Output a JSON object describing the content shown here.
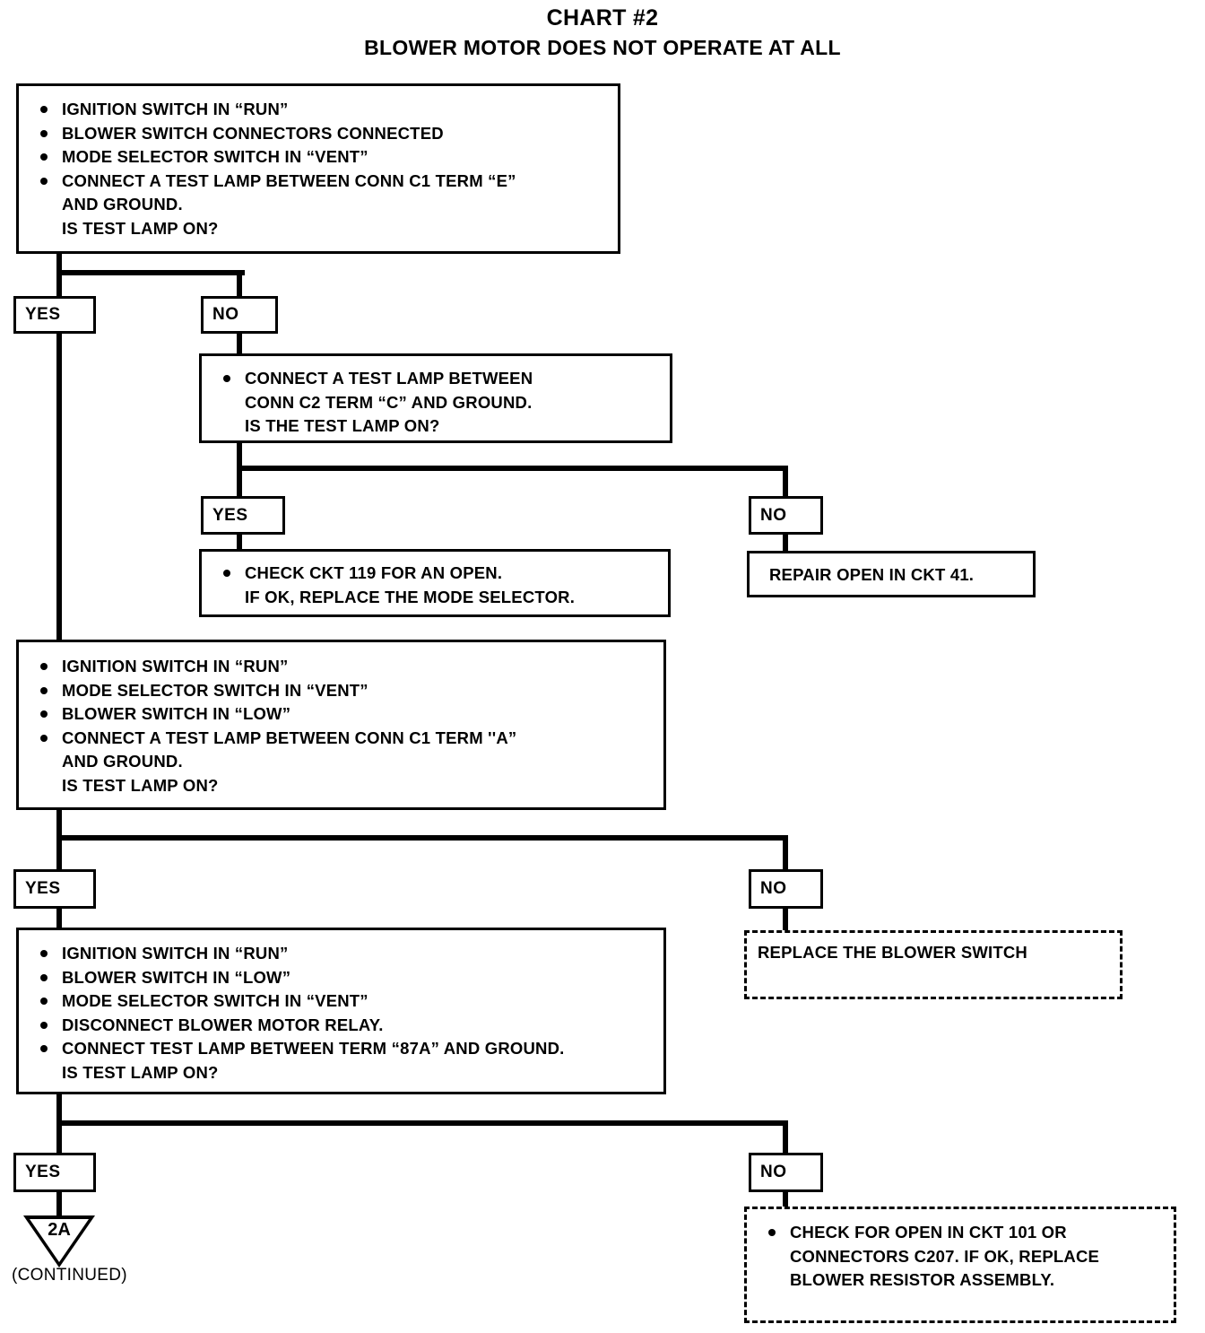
{
  "title": {
    "main": "CHART #2",
    "sub": "BLOWER MOTOR DOES NOT OPERATE AT ALL"
  },
  "labels": {
    "yes": "YES",
    "no": "NO",
    "continued": "(CONTINUED)",
    "connector_2a": "2A"
  },
  "boxes": {
    "test1": {
      "b1": "IGNITION SWITCH IN “RUN”",
      "b2": "BLOWER SWITCH CONNECTORS CONNECTED",
      "b3": "MODE SELECTOR SWITCH IN “VENT”",
      "b4": "CONNECT A TEST LAMP BETWEEN CONN C1 TERM “E”\nAND GROUND.\nIS TEST LAMP ON?"
    },
    "test2": {
      "b1": "CONNECT A TEST LAMP BETWEEN\nCONN C2 TERM “C” AND GROUND.\nIS THE TEST LAMP ON?"
    },
    "check119": {
      "b1": "CHECK CKT 119 FOR AN OPEN.\nIF OK, REPLACE THE MODE SELECTOR."
    },
    "repair41": {
      "text": "REPAIR OPEN IN CKT 41."
    },
    "test3": {
      "b1": "IGNITION SWITCH IN “RUN”",
      "b2": "MODE SELECTOR SWITCH IN “VENT”",
      "b3": "BLOWER SWITCH IN “LOW”",
      "b4": "CONNECT A TEST LAMP BETWEEN CONN C1 TERM ''A”\nAND GROUND.\nIS TEST LAMP ON?"
    },
    "replace_switch": {
      "text": "REPLACE THE BLOWER SWITCH"
    },
    "test4": {
      "b1": "IGNITION SWITCH IN “RUN”",
      "b2": "BLOWER SWITCH IN “LOW”",
      "b3": "MODE SELECTOR SWITCH IN “VENT”",
      "b4": "DISCONNECT BLOWER MOTOR RELAY.",
      "b5": "CONNECT TEST LAMP BETWEEN TERM “87A” AND GROUND.\nIS TEST LAMP ON?"
    },
    "check101": {
      "b1": "CHECK FOR OPEN IN CKT 101 OR\nCONNECTORS C207. IF OK, REPLACE\nBLOWER RESISTOR  ASSEMBLY."
    }
  },
  "colors": {
    "ink": "#000000",
    "paper": "#ffffff"
  }
}
